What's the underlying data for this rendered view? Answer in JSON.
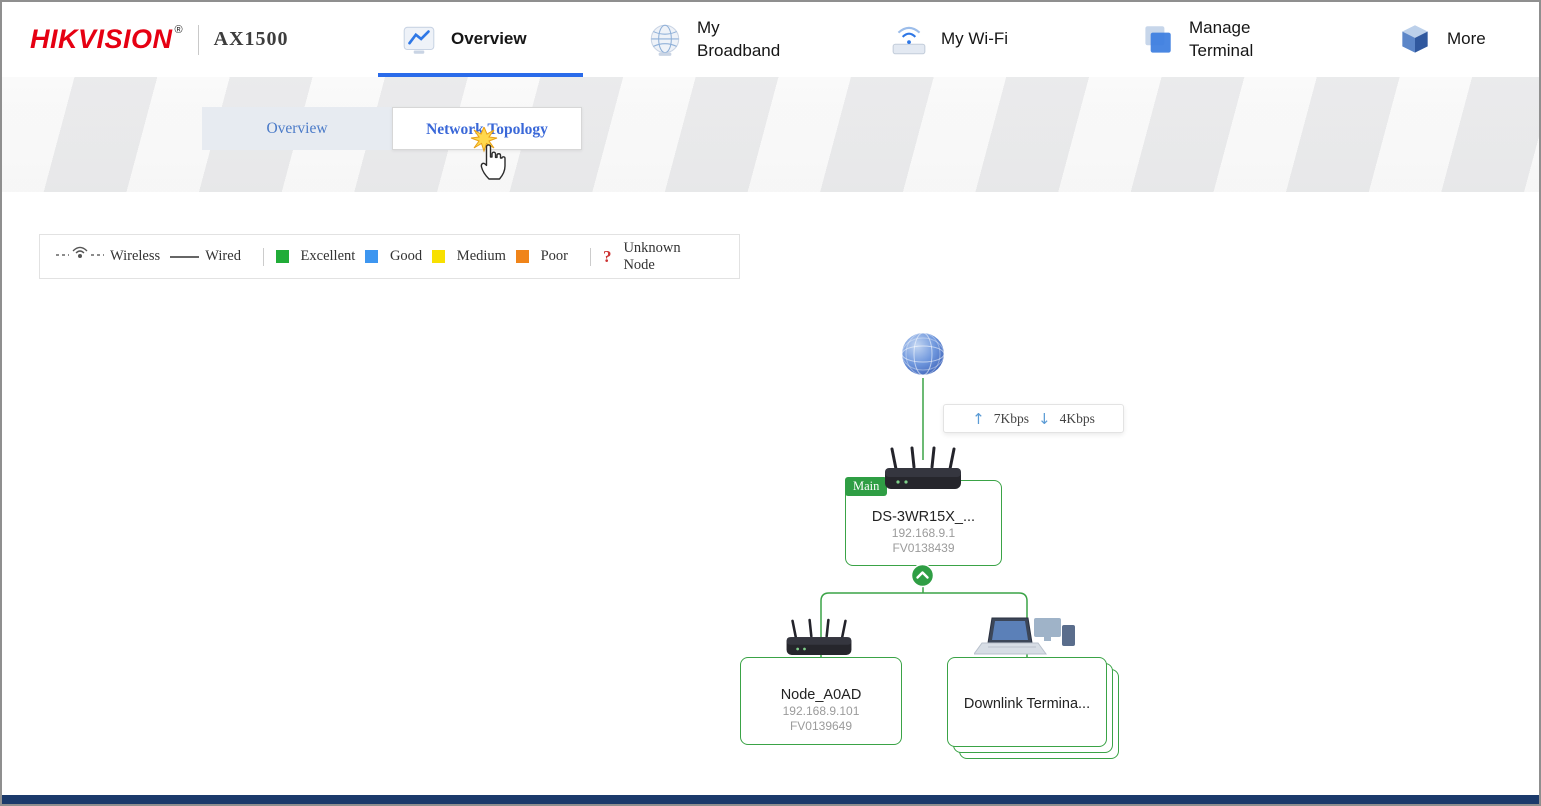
{
  "brand": {
    "logo": "HIKVISION",
    "registered": "®",
    "model": "AX1500"
  },
  "nav": {
    "items": [
      {
        "label": "Overview",
        "active": true
      },
      {
        "label": "My Broadband",
        "active": false
      },
      {
        "label": "My Wi-Fi",
        "active": false
      },
      {
        "label": "Manage Terminal",
        "active": false
      },
      {
        "label": "More",
        "active": false
      }
    ]
  },
  "tabs": {
    "items": [
      {
        "label": "Overview",
        "active": false
      },
      {
        "label": "Network Topology",
        "active": true
      }
    ]
  },
  "legend": {
    "wireless_label": "Wireless",
    "wired_label": "Wired",
    "levels": [
      {
        "label": "Excellent",
        "color": "#21ac38"
      },
      {
        "label": "Good",
        "color": "#3d96f0"
      },
      {
        "label": "Medium",
        "color": "#f8e000"
      },
      {
        "label": "Poor",
        "color": "#f08419"
      }
    ],
    "unknown_symbol": "?",
    "unknown_label": "Unknown Node"
  },
  "topology": {
    "speed": {
      "up": "7Kbps",
      "down": "4Kbps"
    },
    "main_node": {
      "badge": "Main",
      "name": "DS-3WR15X_...",
      "ip": "192.168.9.1",
      "serial": "FV0138439"
    },
    "children": [
      {
        "name": "Node_A0AD",
        "ip": "192.168.9.101",
        "serial": "FV0139649"
      },
      {
        "name": "Downlink Termina..."
      }
    ]
  },
  "colors": {
    "accent_blue": "#2a6bea",
    "topology_green": "#3aa346",
    "badge_green": "#2f9e44",
    "brand_red": "#e60012"
  }
}
